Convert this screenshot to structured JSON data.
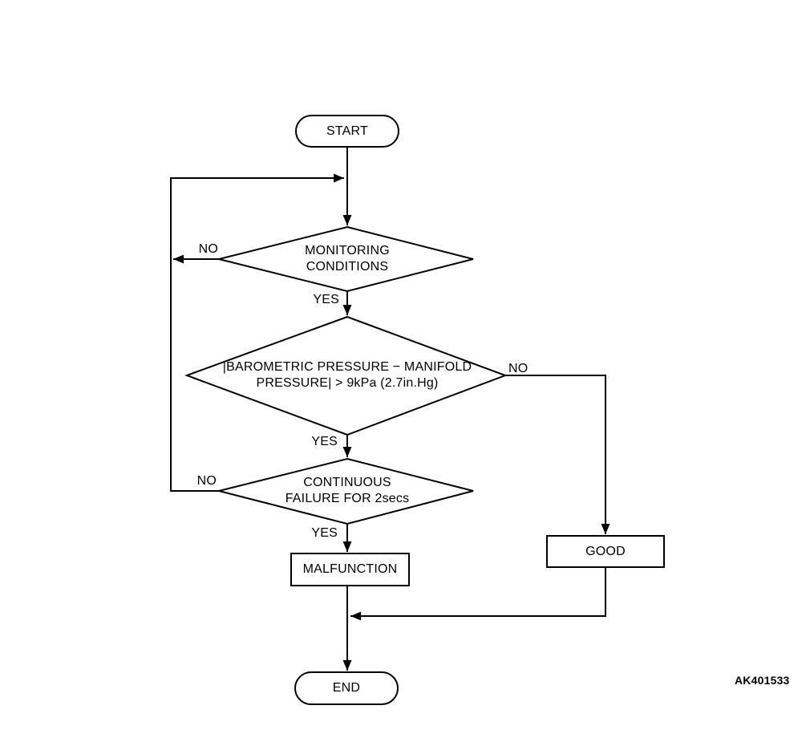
{
  "flowchart": {
    "title_hidden": "",
    "nodes": {
      "start": "START",
      "monitoring_conditions": "MONITORING\nCONDITIONS",
      "pressure_check": "|BAROMETRIC PRESSURE − MANIFOLD\nPRESSURE| > 9kPa (2.7in.Hg)",
      "continuous_failure": "CONTINUOUS\nFAILURE FOR 2secs",
      "malfunction": "MALFUNCTION",
      "good": "GOOD",
      "end": "END"
    },
    "edge_labels": {
      "monitoring_no": "NO",
      "monitoring_yes": "YES",
      "pressure_no": "NO",
      "pressure_yes": "YES",
      "continuous_no": "NO",
      "continuous_yes": "YES"
    },
    "figure_id": "AK401533",
    "colors": {
      "line": "#000000",
      "background": "#ffffff"
    }
  }
}
